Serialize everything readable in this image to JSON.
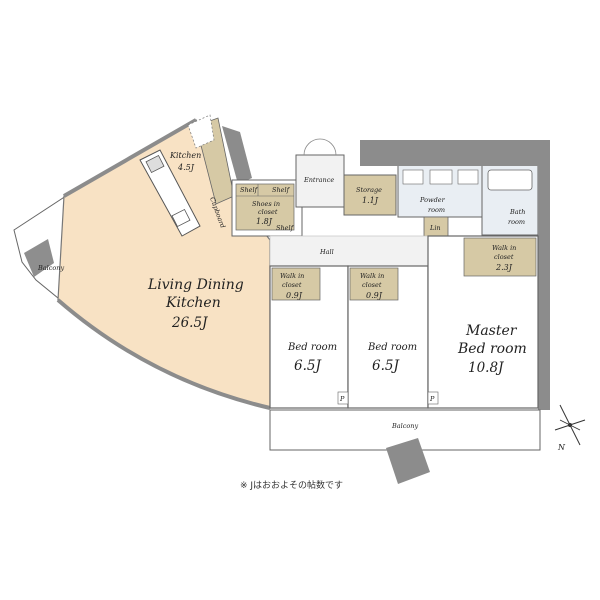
{
  "rooms": {
    "kitchen": {
      "name": "Kitchen",
      "size": "4.5J"
    },
    "cupboard": "Cupboard",
    "shelf": "Shelf",
    "shoes_closet": {
      "name1": "Shoes in",
      "name2": "closet",
      "size": "1.8J"
    },
    "entrance": "Entrance",
    "storage": {
      "name": "Storage",
      "size": "1.1J"
    },
    "powder": {
      "name1": "Powder",
      "name2": "room"
    },
    "bath": {
      "name1": "Bath",
      "name2": "room"
    },
    "lin": "Lin",
    "hall": "Hall",
    "balcony": "Balcony",
    "ldk": {
      "name1": "Living Dining",
      "name2": "Kitchen",
      "size": "26.5J"
    },
    "wic1": {
      "name1": "Walk in",
      "name2": "closet",
      "size": "0.9J"
    },
    "wic2": {
      "name1": "Walk in",
      "name2": "closet",
      "size": "0.9J"
    },
    "wic_master": {
      "name1": "Walk in",
      "name2": "closet",
      "size": "2.3J"
    },
    "bed1": {
      "name": "Bed room",
      "size": "6.5J"
    },
    "bed2": {
      "name": "Bed room",
      "size": "6.5J"
    },
    "master": {
      "name1": "Master",
      "name2": "Bed room",
      "size": "10.8J"
    },
    "p_mark": "P"
  },
  "compass": {
    "north": "N"
  },
  "footnote": "※ Jはおおよその帖数です",
  "colors": {
    "floor": "#f8e2c4",
    "wall": "#8c8c8c",
    "closet": "#d6c9a5",
    "room": "#ffffff",
    "outline": "#555555"
  }
}
